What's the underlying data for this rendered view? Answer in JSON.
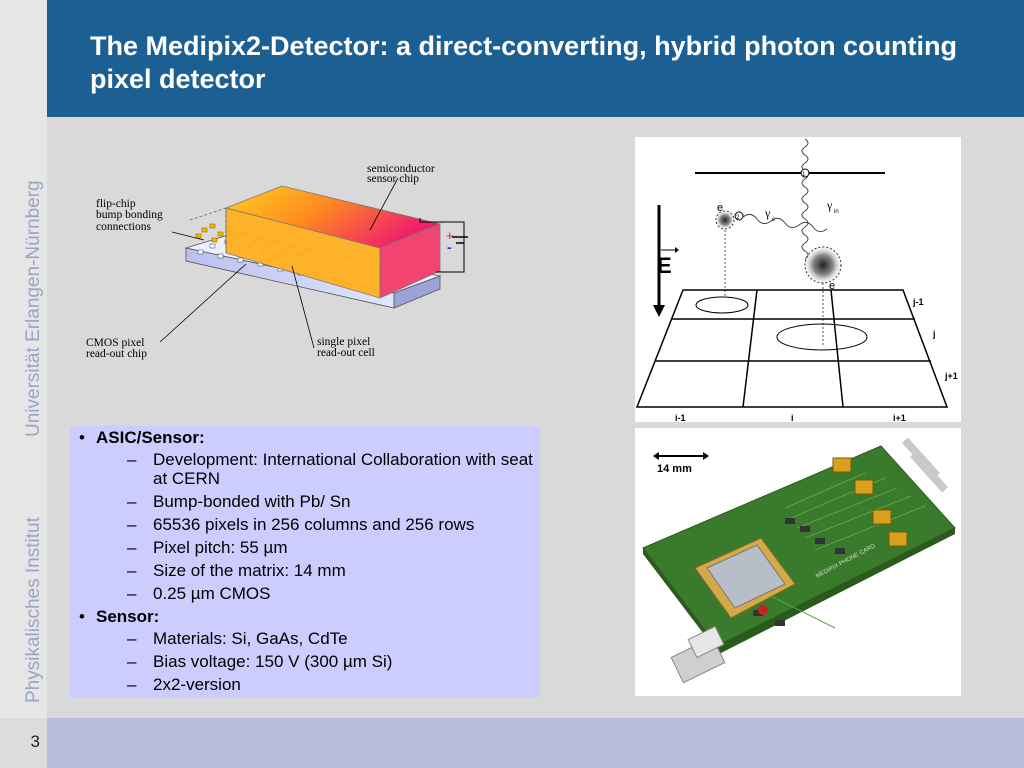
{
  "slide": {
    "title": "The Medipix2-Detector: a direct-converting, hybrid photon counting pixel detector",
    "page_number": "3",
    "side_text_upper": "Universität Erlangen-Nürnberg",
    "side_text_lower": "Physikalisches Institut"
  },
  "colors": {
    "header_bg": "#1c5f93",
    "content_bg": "#d9d9d9",
    "textbox_bg": "#ccccff",
    "footer_bg": "#babdd9"
  },
  "diagram_detector": {
    "labels": {
      "semiconductor": [
        "semiconductor",
        "sensor chip"
      ],
      "flipchip": [
        "flip-chip",
        "bump bonding",
        "connections"
      ],
      "cmos": [
        "CMOS pixel",
        "read-out chip"
      ],
      "single_pixel": [
        "single pixel",
        "read-out cell"
      ],
      "plus": "+",
      "minus": "-"
    }
  },
  "diagram_pixel_grid": {
    "labels": {
      "field": "E",
      "electron_left": "e",
      "electron_right": "e",
      "gamma_in": "γ",
      "gamma_in_sub": "in",
      "gamma_c": "γ",
      "gamma_c_sub": "c",
      "circle_1": "1",
      "circle_2": "2",
      "rows": [
        "j-1",
        "j",
        "j+1"
      ],
      "cols": [
        "i-1",
        "i",
        "i+1"
      ]
    }
  },
  "photo": {
    "scale_label": "14 mm",
    "board_text": "MEDIPIX PHONE CARD"
  },
  "bullets": [
    {
      "heading": "ASIC/Sensor:",
      "items": [
        "Development: International Collaboration with seat at CERN",
        "Bump-bonded with Pb/ Sn",
        "65536  pixels in 256 columns and 256 rows",
        "Pixel pitch: 55 µm",
        "Size of the matrix: 14 mm",
        "0.25 µm CMOS"
      ]
    },
    {
      "heading": "Sensor:",
      "items": [
        "Materials: Si, GaAs, CdTe",
        "Bias voltage: 150 V (300 µm Si)",
        "2x2-version"
      ]
    }
  ]
}
